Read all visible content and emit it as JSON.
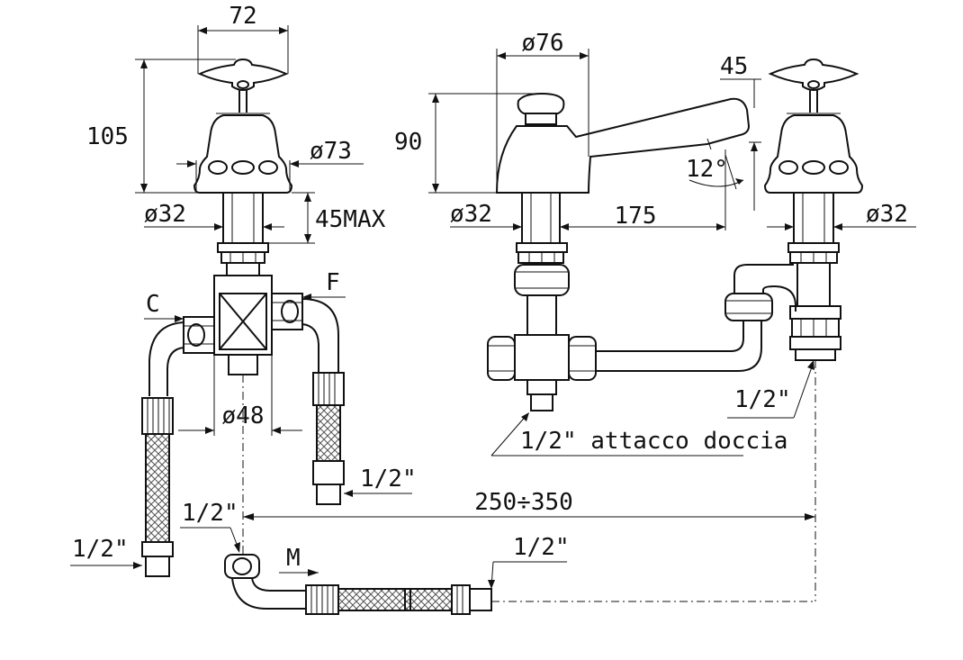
{
  "dimensions": {
    "handle_width": "72",
    "handle_height": "105",
    "cap_diameter": "ø73",
    "shank_left": "ø32",
    "max_depth": "45MAX",
    "spout_base_diameter": "ø76",
    "spout_height": "90",
    "spout_tip": "45",
    "spout_angle": "12°",
    "shank_center": "ø32",
    "spout_reach": "175",
    "shank_right": "ø32",
    "mixer_diameter": "ø48",
    "spacing_range": "250÷350"
  },
  "connections": {
    "cold": "C",
    "hot": "F",
    "mixed": "M",
    "thread_right_inlet": "1/2\"",
    "thread_left_hose": "1/2\"",
    "thread_hose_right": "1/2\"",
    "thread_lower_left": "1/2\"",
    "thread_lower_hose": "1/2\"",
    "shower_outlet": "1/2\" attacco doccia"
  }
}
